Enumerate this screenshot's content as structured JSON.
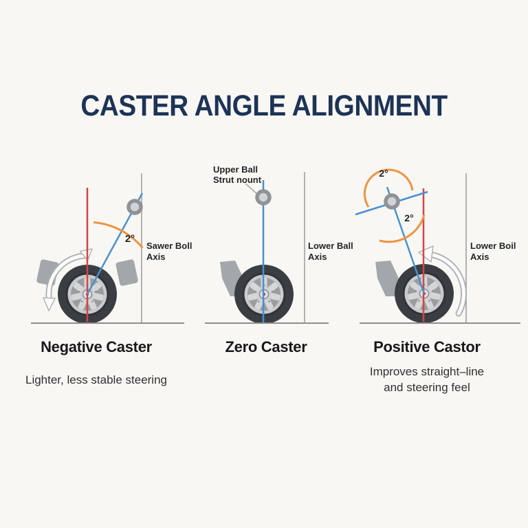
{
  "title": "CASTER ANGLE ALIGNMENT",
  "colors": {
    "background": "#f8f7f4",
    "title_navy": "#1d3357",
    "steering_axis_blue": "#4a90cf",
    "vertical_reference_red": "#d54444",
    "angle_arc_orange": "#ef9440",
    "reference_line_gray": "#9b9b99",
    "tire_dark": "#3a3e43",
    "text_dark": "#212428"
  },
  "panels": [
    {
      "heading": "Negative Caster",
      "subtitle": "Lighter, less stable steering",
      "angle_label": "2°",
      "axis_label_line1": "Sawer Boll",
      "axis_label_line2": "Axis"
    },
    {
      "heading": "Zero Caster",
      "upper_label_line1": "Upper Ball",
      "upper_label_line2": "Strut nount",
      "axis_label_line1": "Lower Ball",
      "axis_label_line2": "Axis"
    },
    {
      "heading": "Positive Castor",
      "subtitle_line1": "Improves straight–line",
      "subtitle_line2": "and steering feel",
      "angle_label_upper": "2°",
      "angle_label_lower": "2°",
      "axis_label_line1": "Lower Boil",
      "axis_label_line2": "Axis"
    }
  ]
}
